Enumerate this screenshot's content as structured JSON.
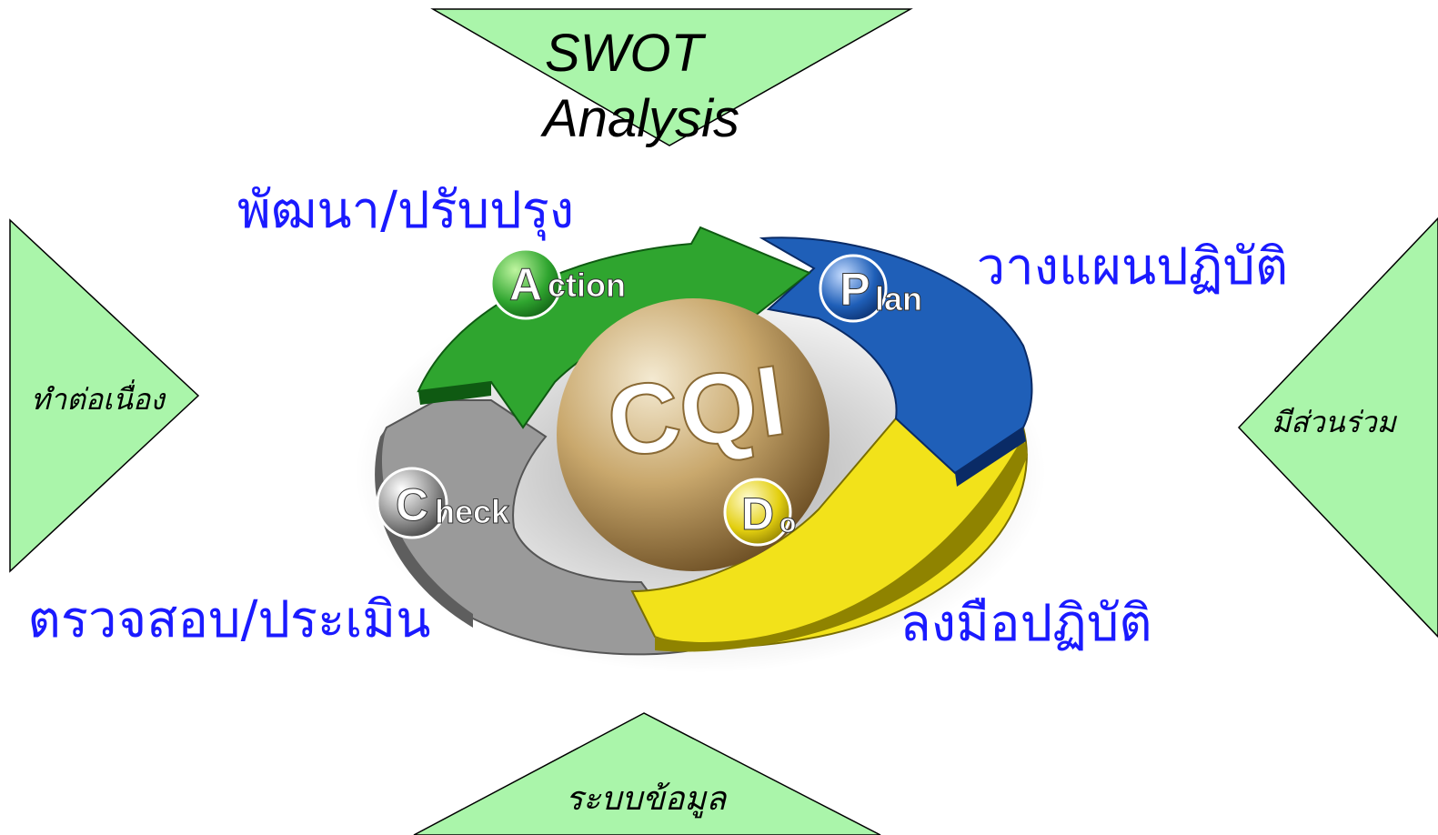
{
  "top": {
    "line1": "SWOT",
    "line2": "Analysis"
  },
  "left": {
    "text": "ทำต่อเนื่อง"
  },
  "right": {
    "text": "มีส่วนร่วม"
  },
  "bottom": {
    "text": "ระบบข้อมูล"
  },
  "phases": {
    "action": "พัฒนา/ปรับปรุง",
    "plan": "วางแผนปฏิบัติ",
    "check": "ตรวจสอบ/ประเมิน",
    "do": "ลงมือปฏิบัติ"
  },
  "cycle": {
    "center": "CQI",
    "action": {
      "initial": "A",
      "rest": "ction"
    },
    "plan": {
      "initial": "P",
      "rest": "lan"
    },
    "check": {
      "initial": "C",
      "rest": "heck"
    },
    "do": {
      "initial": "D",
      "rest": "o"
    }
  },
  "colors": {
    "triangle_fill": "#aaf5aa",
    "phase_text": "#1a1aff",
    "action": "#2fa52f",
    "plan": "#1f5fb8",
    "check": "#9a9a9a",
    "do": "#f2e21a"
  }
}
